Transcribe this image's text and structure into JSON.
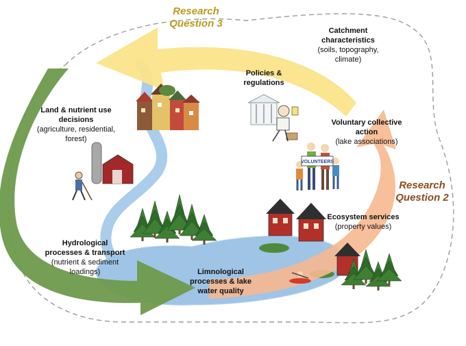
{
  "colors": {
    "arrow_yellow": "#fbe48a",
    "arrow_orange": "#f6b88f",
    "arrow_green": "#6e9a4c",
    "river": "#a9cdea",
    "lake": "#9fc4e6",
    "rq3_text": "#b89b1e",
    "rq2_text": "#8a4b1c",
    "boundary": "#9a9a9a"
  },
  "icons": [
    "town-icon",
    "farm-icon",
    "farmer-icon",
    "policy-person-icon",
    "volunteers-icon",
    "red-house-icon",
    "pine-tree-icon",
    "kayaker-icon"
  ],
  "research_questions": {
    "rq3": {
      "line1": "Research",
      "line2": "Question 3"
    },
    "rq2": {
      "line1": "Research",
      "line2": "Question 2"
    }
  },
  "nodes": {
    "catchment": {
      "title": "Catchment characteristics",
      "sub1": "(soils, topography,",
      "sub2": "climate)"
    },
    "policies": {
      "title": "Policies &",
      "title2": "regulations"
    },
    "land_use": {
      "title": "Land & nutrient use",
      "title2": "decisions",
      "sub1": "(agriculture, residential,",
      "sub2": "forest)"
    },
    "voluntary": {
      "title": "Voluntary collective",
      "title2": "action",
      "sub1": "(lake associations)"
    },
    "ecosystem": {
      "title": "Ecosystem services",
      "sub1": "(property values)"
    },
    "hydro": {
      "title": "Hydrological",
      "title2": "processes & transport",
      "sub1": "(nutrient & sediment",
      "sub2": "loadings)"
    },
    "limno": {
      "title": "Limnological",
      "title2": "processes & lake",
      "title3": "water quality"
    }
  },
  "sign_text": "VOLUNTEERS"
}
